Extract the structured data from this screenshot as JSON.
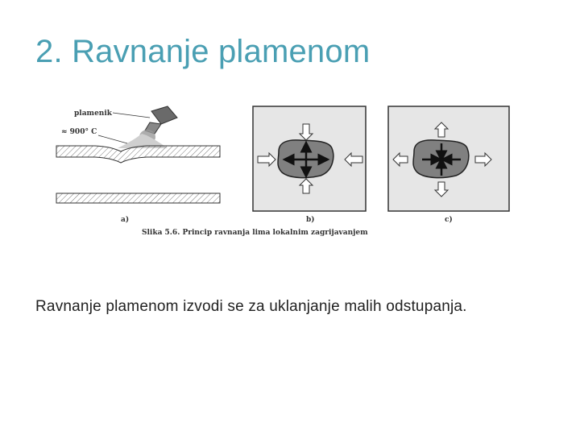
{
  "slide": {
    "title": "2. Ravnanje plamenom",
    "body_text": "Ravnanje plamenom izvodi se za uklanjanje malih odstupanja."
  },
  "figure": {
    "torch_label": "plamenik",
    "temperature_label": "≈ 900° C",
    "panel_a_label": "a)",
    "panel_b_label": "b)",
    "panel_c_label": "c)",
    "caption": "Slika 5.6. Princip ravnanja lima lokalnim zagrijavanjem"
  }
}
